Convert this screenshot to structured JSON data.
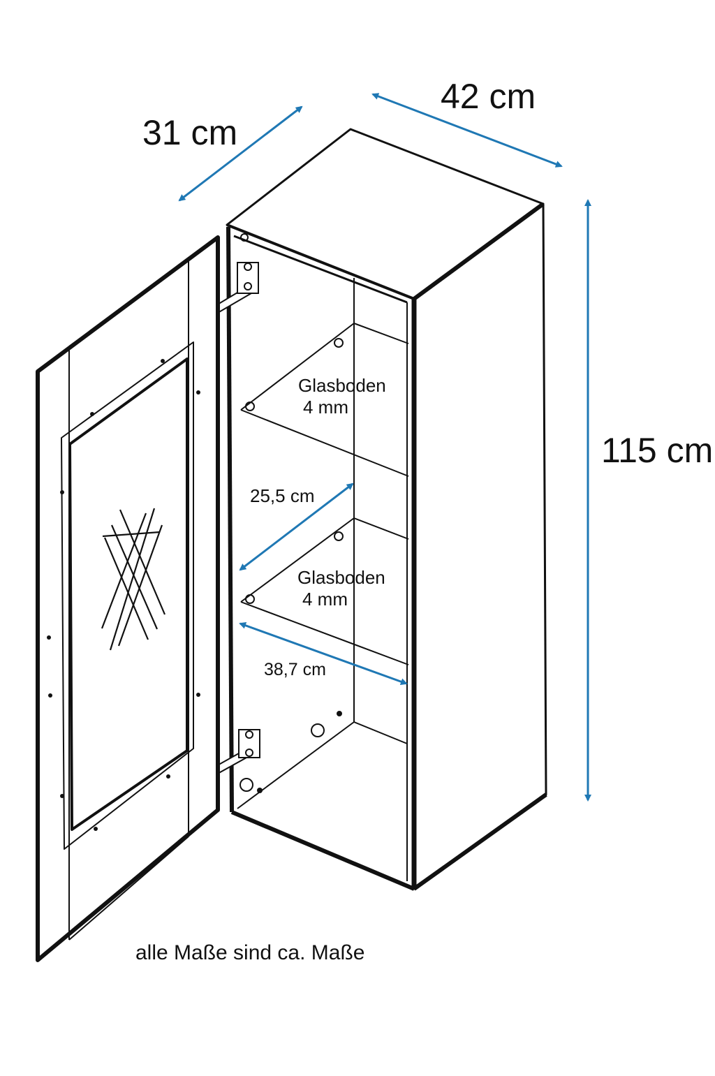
{
  "dimensions": {
    "depth": "31 cm",
    "width": "42 cm",
    "height": "115 cm",
    "shelf_spacing": "25,5 cm",
    "inner_width": "38,7 cm"
  },
  "shelves": [
    {
      "label": "Glasboden",
      "thickness": "4 mm"
    },
    {
      "label": "Glasboden",
      "thickness": "4 mm"
    }
  ],
  "note": "alle Maße sind ca. Maße",
  "colors": {
    "line": "#111111",
    "arrow": "#1f78b4"
  }
}
